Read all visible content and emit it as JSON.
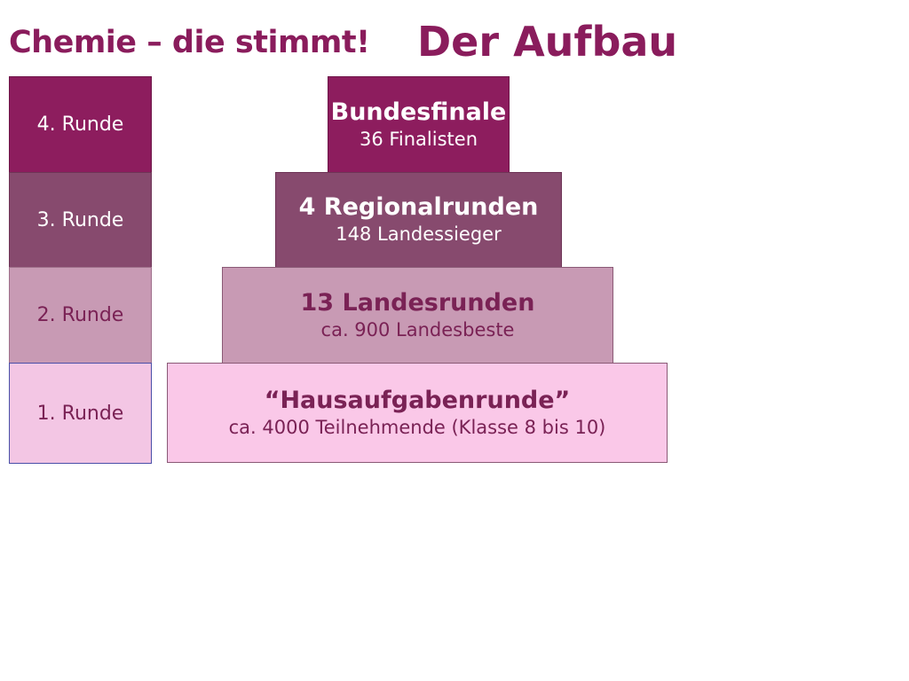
{
  "header": {
    "subtitle": "Chemie – die stimmt!",
    "title": "Der Aufbau"
  },
  "rounds": [
    {
      "label": "4. Runde"
    },
    {
      "label": "3. Runde"
    },
    {
      "label": "2. Runde"
    },
    {
      "label": "1. Runde"
    }
  ],
  "pyramid": [
    {
      "title": "Bundesfinale",
      "subtitle": "36 Finalisten"
    },
    {
      "title": "4 Regionalrunden",
      "subtitle": "148 Landessieger"
    },
    {
      "title": "13 Landesrunden",
      "subtitle": "ca. 900 Landesbeste"
    },
    {
      "title": "“Hausaufgabenrunde”",
      "subtitle": "ca. 4000 Teilnehmende (Klasse 8 bis 10)"
    }
  ],
  "colors": {
    "brand": "#8a1c5c",
    "round4": "#8d1d5e",
    "round3": "#874a6e",
    "round2": "#c89ab4",
    "round1": "#f3c6e4"
  }
}
